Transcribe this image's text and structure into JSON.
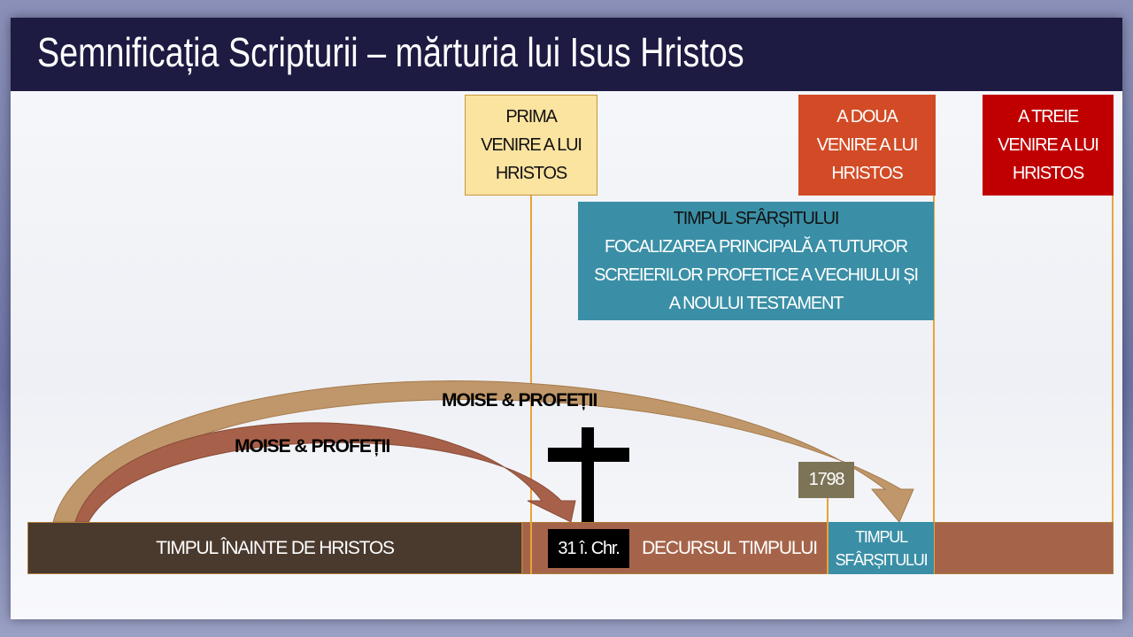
{
  "title": "Semnificația Scripturii – mărturia lui Isus Hristos",
  "boxes": {
    "first_coming": "PRIMA VENIRE A LUI HRISTOS",
    "second_coming": "A DOUA VENIRE A LUI HRISTOS",
    "third_coming": "A TREIE VENIRE A LUI HRISTOS",
    "end_time_heading": "TIMPUL SFÂRȘITULUI",
    "end_time_body": "FOCALIZAREA PRINCIPALĂ A TUTUROR SCREIERILOR PROFETICE A VECHIULUI ȘI A NOULUI TESTAMENT"
  },
  "arrows": {
    "outer_label": "MOISE & PROFEȚII",
    "inner_label": "MOISE & PROFEȚII"
  },
  "timeline": {
    "before_christ": "TIMPUL ÎNAINTE DE HRISTOS",
    "date_31": "31 î. Chr.",
    "course_of_time": "DECURSUL TIMPULUI",
    "end_time": "TIMPUL SFÂRȘITULUI",
    "year_1798": "1798"
  },
  "colors": {
    "navy": "#1d1b42",
    "gold": "#e8a33a",
    "teal": "#3a8fa6",
    "brown": "#a5644a",
    "dark_brown": "#4a3a2e"
  }
}
